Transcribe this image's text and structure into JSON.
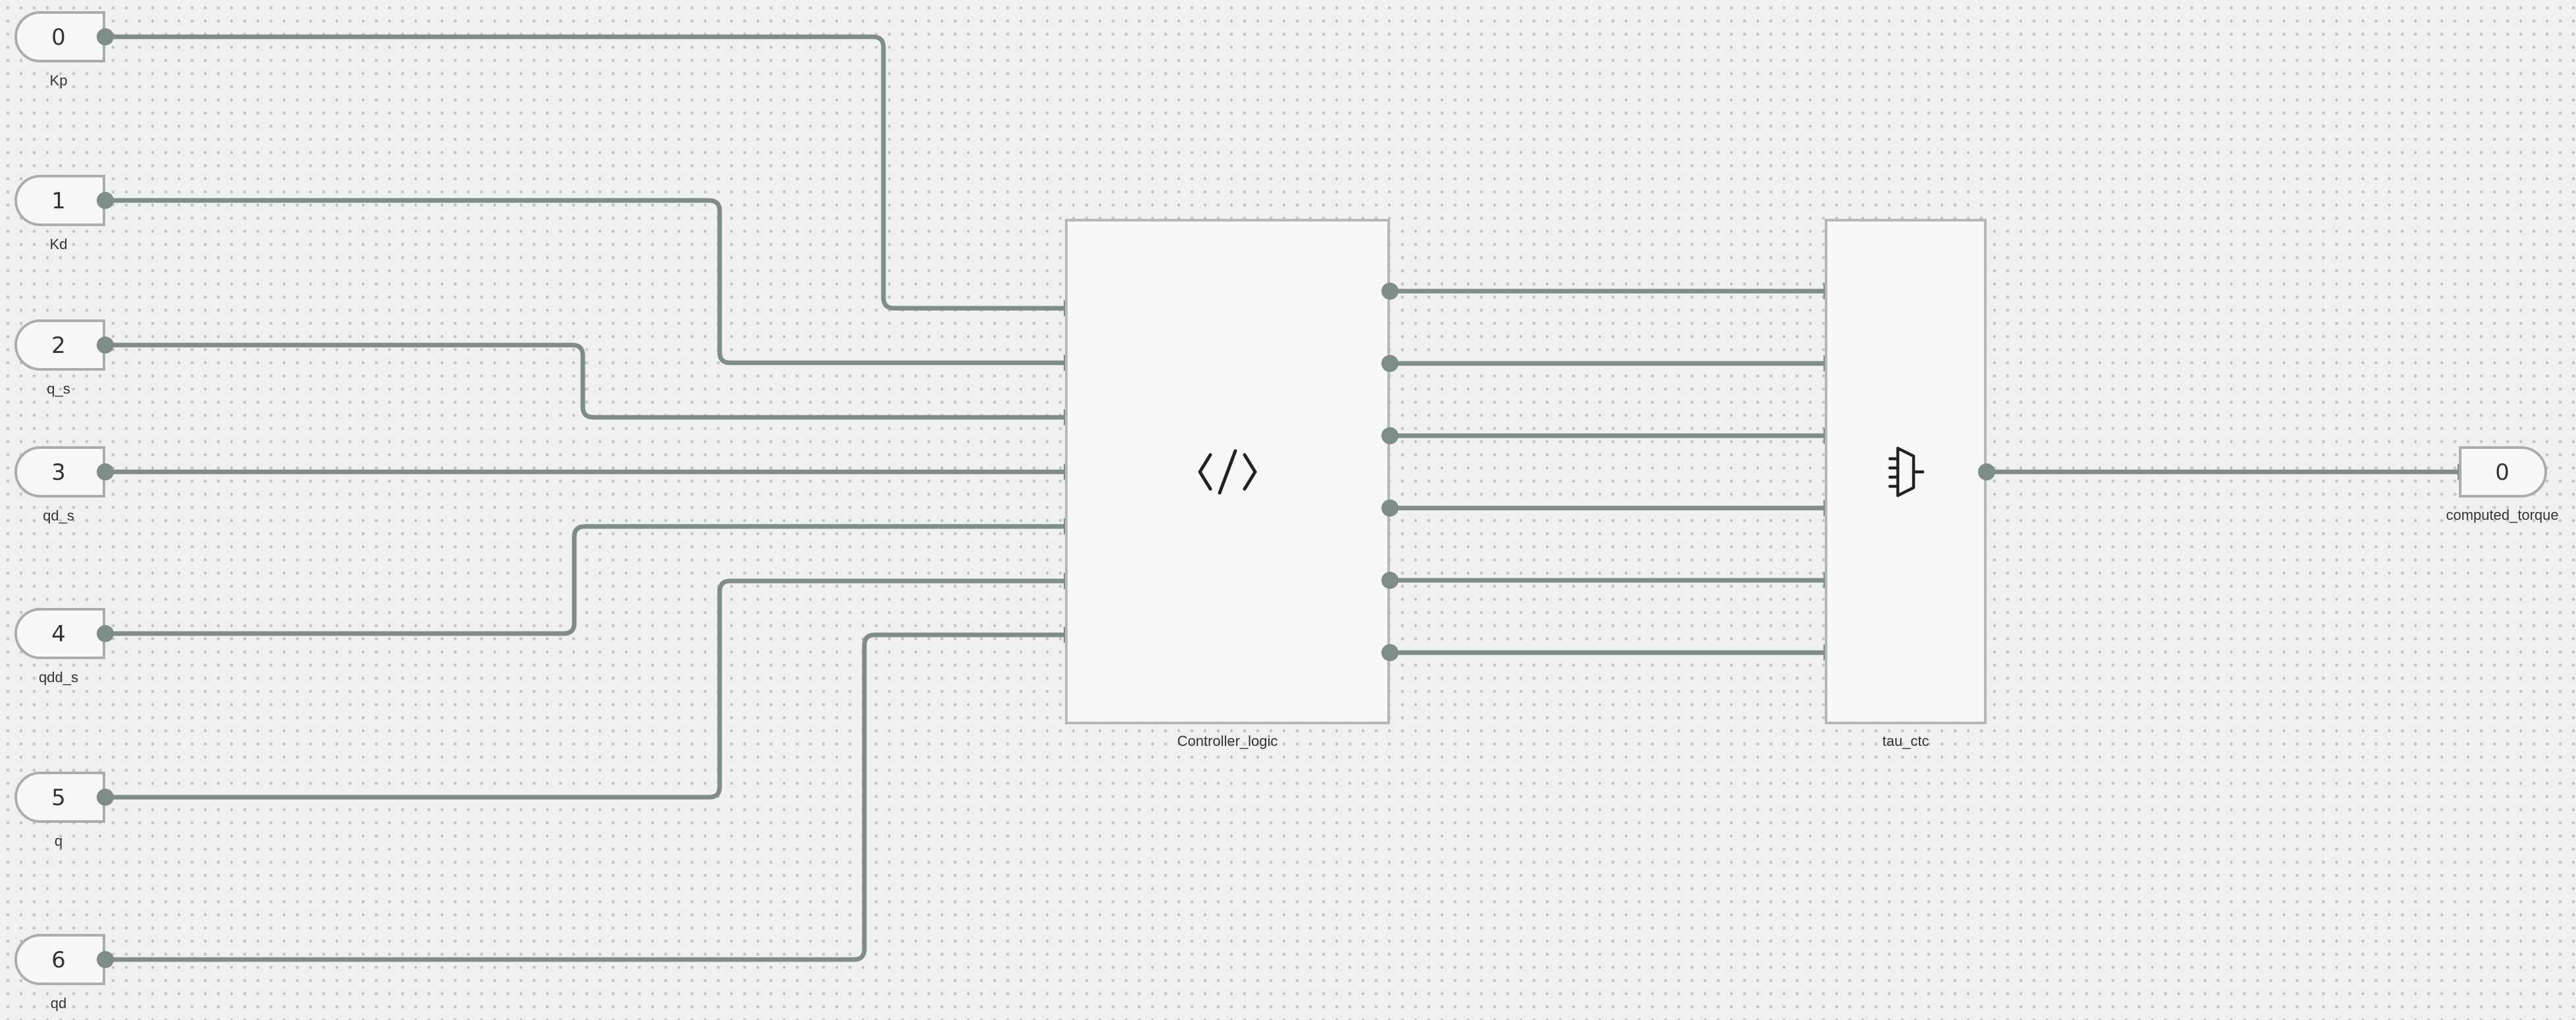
{
  "diagram": {
    "inports": [
      {
        "number": "0",
        "name": "Kp"
      },
      {
        "number": "1",
        "name": "Kd"
      },
      {
        "number": "2",
        "name": "q_s"
      },
      {
        "number": "3",
        "name": "qd_s"
      },
      {
        "number": "4",
        "name": "qdd_s"
      },
      {
        "number": "5",
        "name": "q"
      },
      {
        "number": "6",
        "name": "qd"
      }
    ],
    "blocks": {
      "controller": {
        "name": "Controller_logic",
        "icon": "code-icon"
      },
      "mux": {
        "name": "tau_ctc",
        "icon": "mux-icon"
      }
    },
    "outports": [
      {
        "number": "0",
        "name": "computed_torque"
      }
    ],
    "colors": {
      "wire": "#7e8c8a",
      "block_fill": "#f8f8f9",
      "block_border": "#b4b8b8",
      "port_border": "#a9adad",
      "background": "#f0f1ef"
    }
  }
}
